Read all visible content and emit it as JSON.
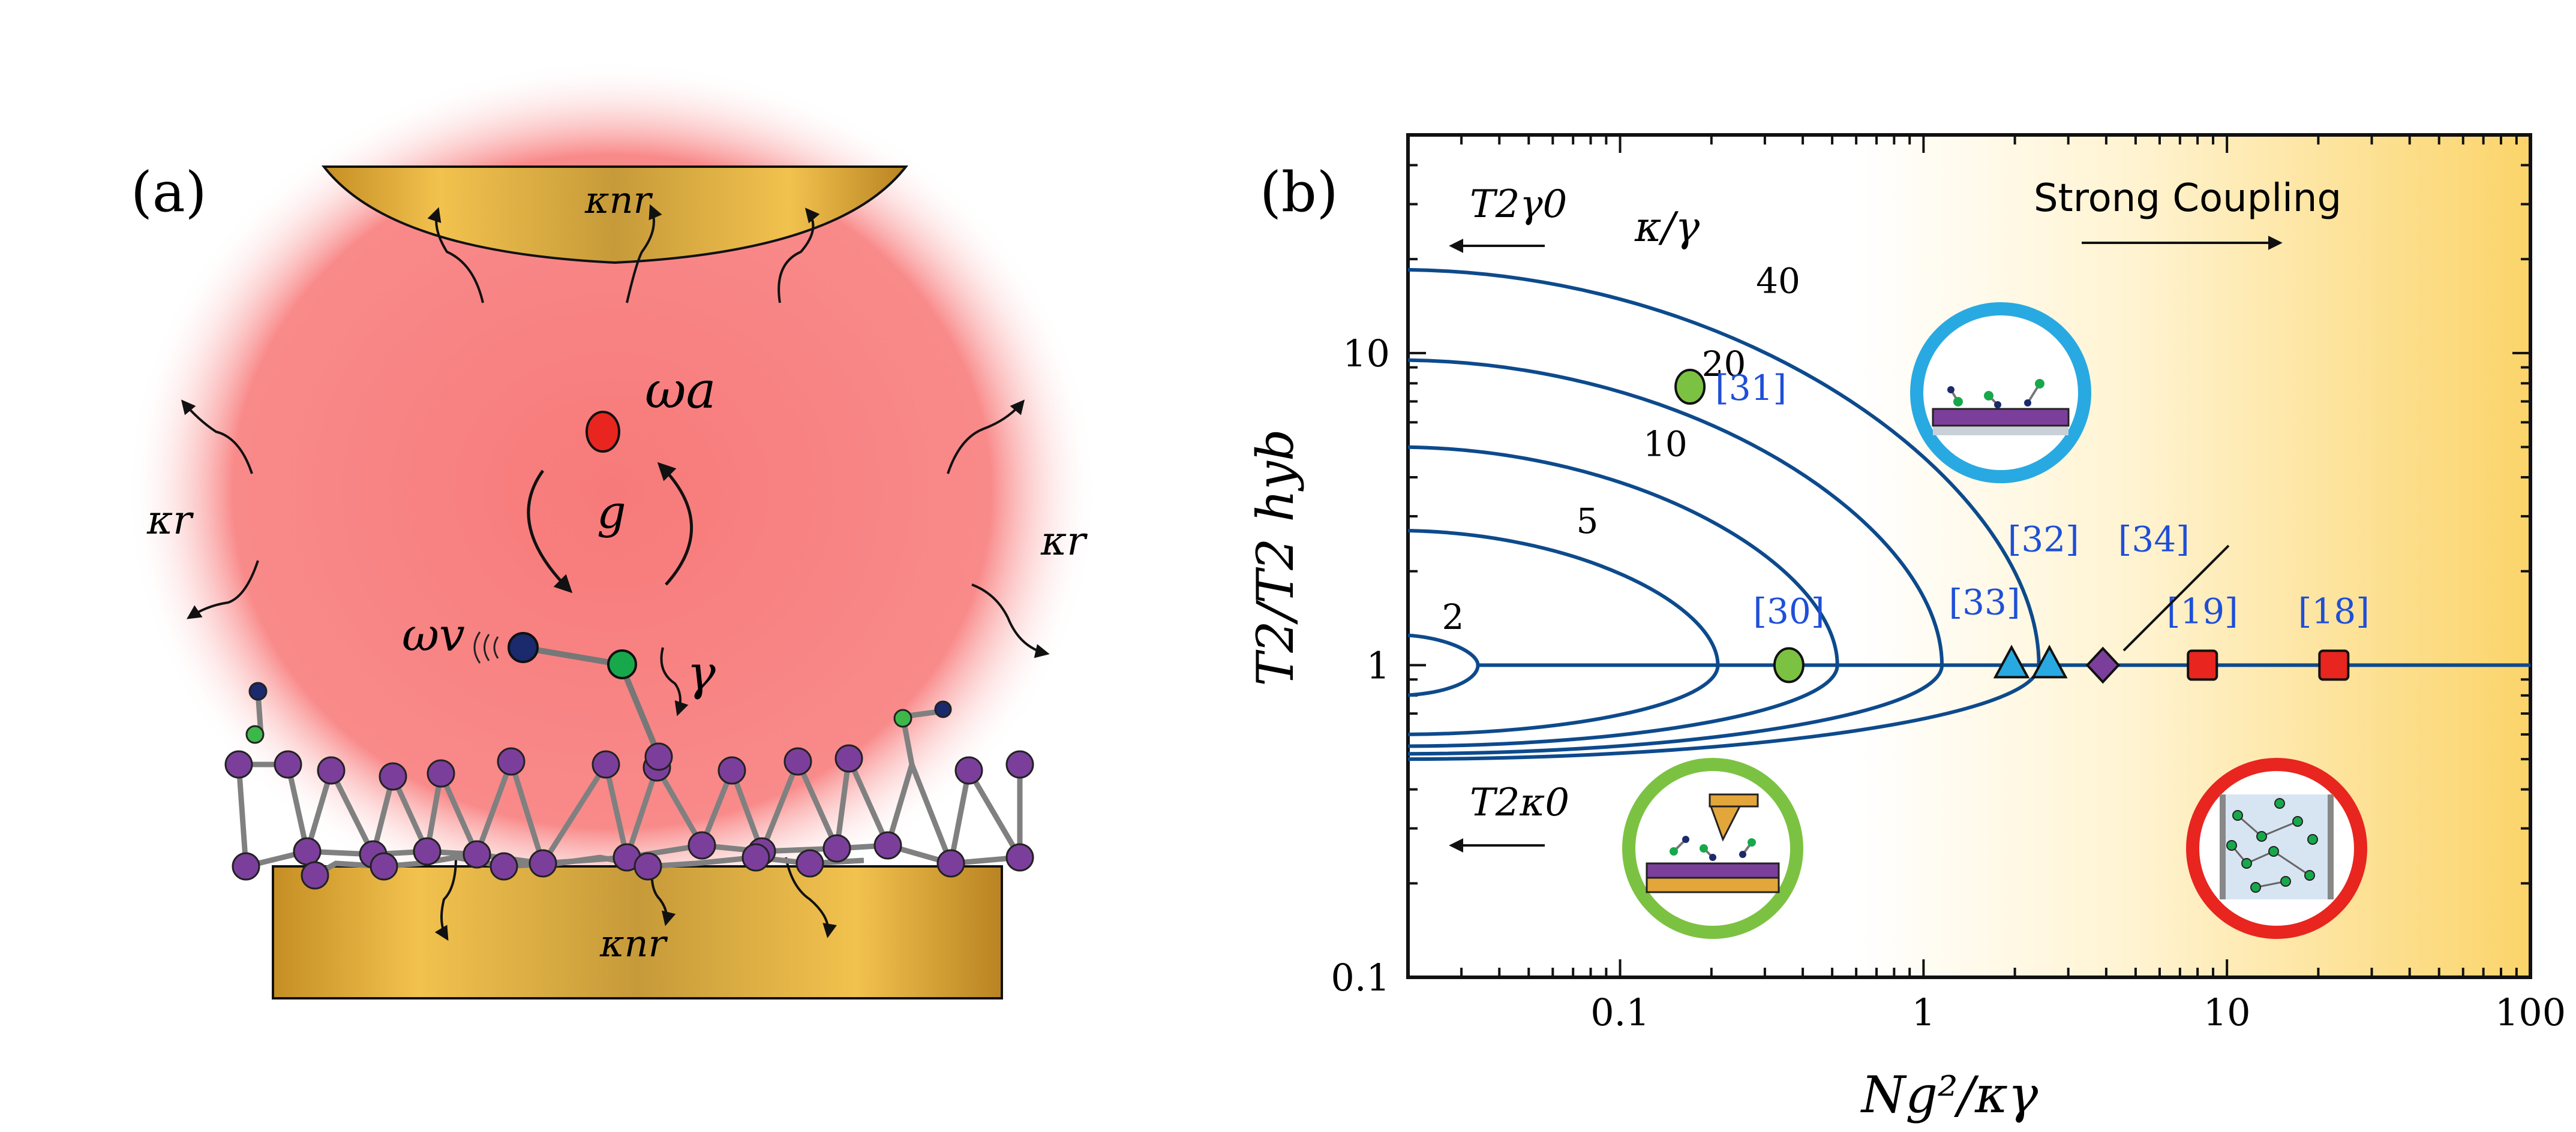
{
  "panel_a": {
    "label": "(a)",
    "top_mirror_label": "κnr",
    "bottom_mirror_label": "κnr",
    "omega_a": "ωa",
    "g": "g",
    "omega_v": "ωv",
    "gamma": "γ",
    "kappa_r_left": "κr",
    "kappa_r_right": "κr"
  },
  "panel_b": {
    "label": "(b)",
    "strong_coupling": "Strong Coupling",
    "t2gamma": "T2γ0",
    "t2kappa": "T2κ0",
    "kappa_over_gamma": "κ/γ"
  },
  "chart_data": {
    "type": "line",
    "xlabel": "Ng²/κγ",
    "ylabel": "T2/T2 hyb",
    "xscale": "log",
    "yscale": "log",
    "xlim": [
      0.02,
      100
    ],
    "ylim": [
      0.1,
      50
    ],
    "x_ticks": [
      "0.1",
      "1",
      "10",
      "100"
    ],
    "y_ticks": [
      "0.1",
      "1",
      "10"
    ],
    "grid": false,
    "series": [
      {
        "name": "2",
        "kappa_over_gamma": 2,
        "upper_start": [
          0.02,
          1.25
        ],
        "junction": [
          0.034,
          1.0
        ],
        "lower_start": [
          0.02,
          0.8
        ]
      },
      {
        "name": "5",
        "kappa_over_gamma": 5,
        "upper_start": [
          0.02,
          2.7
        ],
        "junction": [
          0.21,
          1.0
        ],
        "lower_start": [
          0.02,
          0.6
        ]
      },
      {
        "name": "10",
        "kappa_over_gamma": 10,
        "upper_start": [
          0.02,
          5.0
        ],
        "junction": [
          0.52,
          1.0
        ],
        "lower_start": [
          0.02,
          0.55
        ]
      },
      {
        "name": "20",
        "kappa_over_gamma": 20,
        "upper_start": [
          0.02,
          9.5
        ],
        "junction": [
          1.15,
          1.0
        ],
        "lower_start": [
          0.02,
          0.52
        ]
      },
      {
        "name": "40",
        "kappa_over_gamma": 40,
        "upper_start": [
          0.02,
          18.5
        ],
        "junction": [
          2.4,
          1.0
        ],
        "lower_start": [
          0.02,
          0.5
        ]
      }
    ],
    "markers": [
      {
        "ref": "[31]",
        "x": 0.17,
        "y": 7.8,
        "shape": "circle",
        "color": "#7cc242"
      },
      {
        "ref": "[30]",
        "x": 0.36,
        "y": 1.0,
        "shape": "circle",
        "color": "#7cc242"
      },
      {
        "ref": "[33]",
        "x": 1.95,
        "y": 1.0,
        "shape": "triangle",
        "color": "#29a9e1"
      },
      {
        "ref": "[32]",
        "x": 2.6,
        "y": 1.0,
        "shape": "triangle",
        "color": "#29a9e1"
      },
      {
        "ref": "[34]",
        "x": 3.9,
        "y": 1.0,
        "shape": "diamond",
        "color": "#7b3f9b"
      },
      {
        "ref": "[19]",
        "x": 8.3,
        "y": 1.0,
        "shape": "square",
        "color": "#e8251f"
      },
      {
        "ref": "[18]",
        "x": 22.5,
        "y": 1.0,
        "shape": "square",
        "color": "#e8251f"
      }
    ],
    "colors": {
      "curve": "#0d4a8c",
      "strong_gradient_end": "#fbd46a"
    }
  }
}
